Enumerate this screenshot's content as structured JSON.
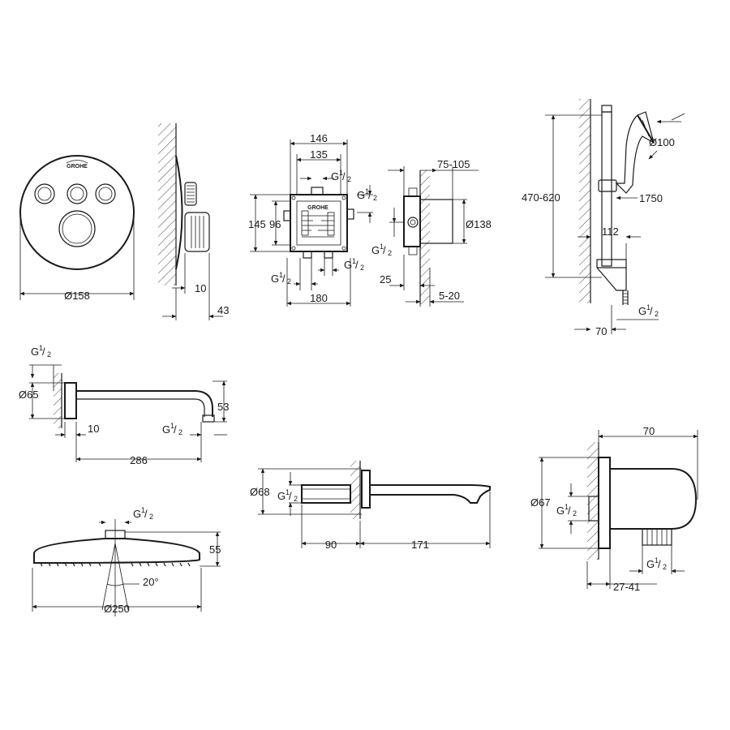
{
  "brand": {
    "logo_text": "GROHE"
  },
  "thread_spec": {
    "letter": "G",
    "num": "1",
    "den": "2"
  },
  "control_panel": {
    "diameter": "Ø158",
    "depth_knob": "10",
    "depth_total": "43"
  },
  "mounting_box": {
    "width_outer": "146",
    "width_inner": "135",
    "height_outer": "145",
    "height_inner": "96",
    "width_bottom": "180",
    "side_depth": "75-105",
    "side_diameter": "Ø138",
    "side_offset": "25",
    "side_cover": "5-20"
  },
  "shower_rail": {
    "head_diameter": "Ø100",
    "height_range": "470-620",
    "hose_length": "1750",
    "offset": "112",
    "wall_offset": "70"
  },
  "shower_arm": {
    "flange_diameter": "Ø65",
    "drop": "53",
    "flange_depth": "10",
    "length": "286"
  },
  "head_shower": {
    "height": "55",
    "angle": "20°",
    "diameter": "Ø250"
  },
  "bath_spout": {
    "flange_diameter": "Ø68",
    "wall_length": "90",
    "projection": "171"
  },
  "wall_outlet": {
    "depth": "70",
    "diameter": "Ø67",
    "adjust": "27-41"
  }
}
